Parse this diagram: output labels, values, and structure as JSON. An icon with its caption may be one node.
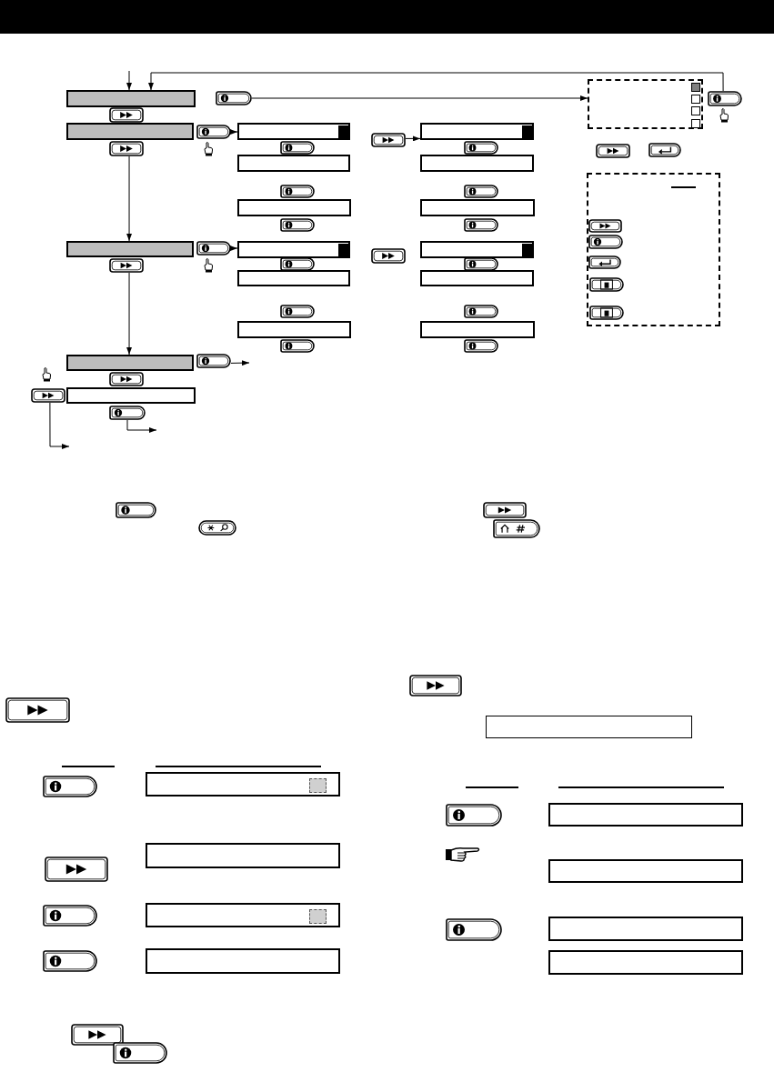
{
  "diagram": {
    "nodes": [
      {
        "text": [],
        "shape": "bar"
      },
      {
        "text": [],
        "shape": "button"
      },
      {
        "text": [],
        "shape": "box"
      },
      {
        "text": [],
        "shape": "button"
      },
      {
        "text": [],
        "shape": "bar"
      },
      {
        "text": [],
        "shape": "button"
      },
      {
        "text": [],
        "shape": "button"
      },
      {
        "text": [],
        "shape": "box"
      },
      {
        "text": [],
        "shape": "box"
      },
      {
        "text": [],
        "shape": "box"
      },
      {
        "text": [],
        "shape": "button"
      },
      {
        "text": [],
        "shape": "box"
      },
      {
        "text": [],
        "shape": "box"
      },
      {
        "text": [],
        "shape": "box"
      },
      {
        "text": [],
        "shape": "bar"
      },
      {
        "text": [],
        "shape": "button"
      },
      {
        "text": [],
        "shape": "button"
      },
      {
        "text": [],
        "shape": "box"
      },
      {
        "text": [],
        "shape": "box"
      },
      {
        "text": [],
        "shape": "box"
      },
      {
        "text": [],
        "shape": "box"
      },
      {
        "text": [],
        "shape": "box"
      },
      {
        "text": [],
        "shape": "box"
      },
      {
        "text": [],
        "shape": "bar"
      },
      {
        "text": [],
        "shape": "button"
      },
      {
        "text": [],
        "shape": "box"
      },
      {
        "text": [],
        "shape": "button"
      },
      {
        "text": [],
        "shape": "button"
      },
      {
        "text": [],
        "shape": "box"
      },
      {
        "text": [],
        "shape": "box"
      },
      {
        "text": [],
        "shape": "box"
      },
      {
        "text": [],
        "shape": "box"
      },
      {
        "text": [],
        "shape": "box"
      },
      {
        "text": [],
        "shape": "box"
      },
      {
        "text": [],
        "shape": "box"
      },
      {
        "text": [],
        "shape": "box"
      },
      {
        "text": [],
        "shape": "box"
      },
      {
        "text": [],
        "shape": "box"
      }
    ],
    "edges": [
      {
        "from": null,
        "to": 0,
        "arrow": "to"
      },
      {
        "from": 3,
        "to": 0,
        "arrow": "to"
      },
      {
        "from": 1,
        "to": 2,
        "arrow": "to"
      },
      {
        "from": 5,
        "to": 7,
        "arrow": "to"
      },
      {
        "from": 10,
        "to": 11,
        "arrow": "to"
      },
      {
        "from": 6,
        "to": 14,
        "arrow": "to"
      },
      {
        "from": 16,
        "to": 23,
        "arrow": "to"
      },
      {
        "from": 15,
        "to": 17,
        "arrow": "to"
      },
      {
        "from": 24,
        "to": null,
        "arrow": "to"
      },
      {
        "from": 27,
        "to": null,
        "arrow": "to"
      },
      {
        "from": 26,
        "to": null,
        "arrow": "to"
      }
    ]
  }
}
